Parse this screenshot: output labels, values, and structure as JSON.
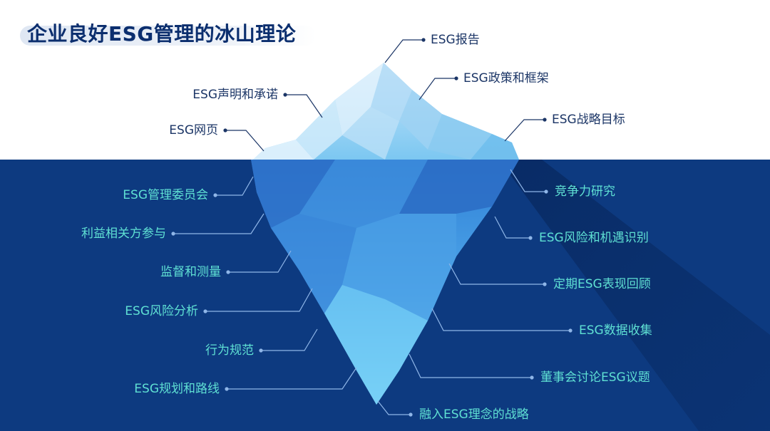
{
  "title": "企业良好ESG管理的冰山理论",
  "colors": {
    "sky": "#ffffff",
    "sea": "#0d3a80",
    "title_text": "#0b2e6e",
    "label_above": "#1b3566",
    "label_below": "#5fe0d3",
    "line_above": "#1b3566",
    "line_below": "#8fb6e8"
  },
  "labels": {
    "above_left": [
      {
        "text": "ESG声明和承诺"
      },
      {
        "text": "ESG网页"
      }
    ],
    "above_right": [
      {
        "text": "ESG报告"
      },
      {
        "text": "ESG政策和框架"
      },
      {
        "text": "ESG战略目标"
      }
    ],
    "below_left": [
      {
        "text": "ESG管理委员会"
      },
      {
        "text": "利益相关方参与"
      },
      {
        "text": "监督和测量"
      },
      {
        "text": "ESG风险分析"
      },
      {
        "text": "行为规范"
      },
      {
        "text": "ESG规划和路线"
      }
    ],
    "below_right": [
      {
        "text": "竞争力研究"
      },
      {
        "text": "ESG风险和机遇识别"
      },
      {
        "text": "定期ESG表现回顾"
      },
      {
        "text": "ESG数据收集"
      },
      {
        "text": "董事会讨论ESG议题"
      },
      {
        "text": "融入ESG理念的战略"
      }
    ]
  }
}
